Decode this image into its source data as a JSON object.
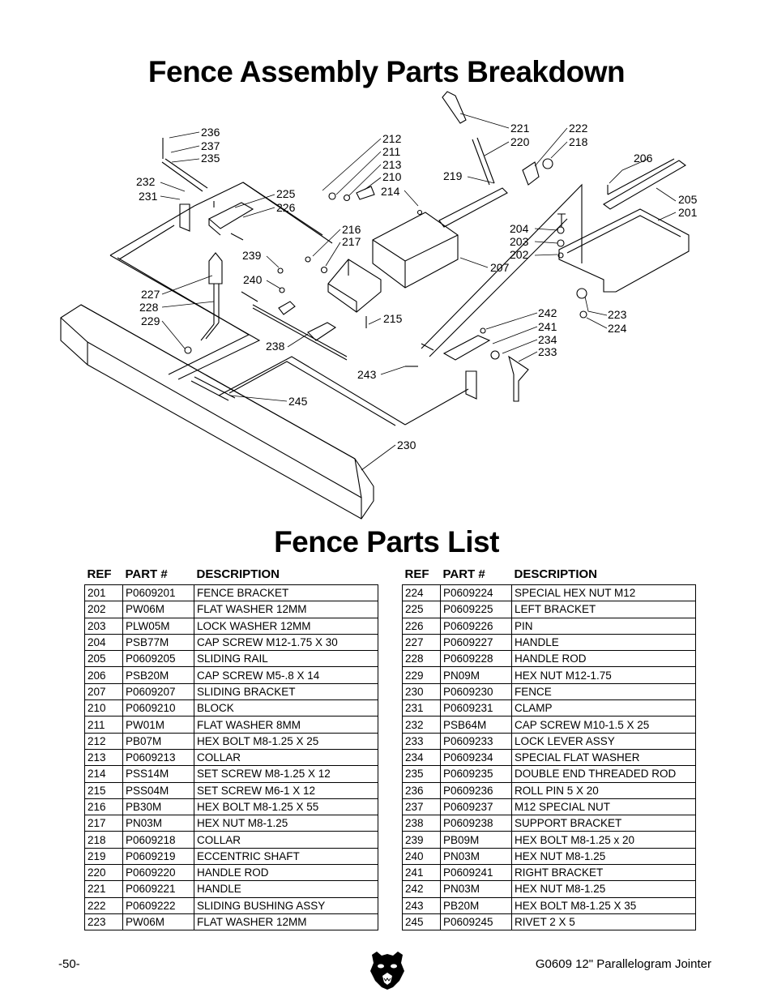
{
  "title": "Fence Assembly Parts Breakdown",
  "list_title": "Fence Parts List",
  "headers": {
    "ref": "REF",
    "part": "PART #",
    "desc": "DESCRIPTION"
  },
  "callouts": {
    "c236": "236",
    "c237": "237",
    "c235": "235",
    "c232": "232",
    "c231": "231",
    "c225": "225",
    "c226": "226",
    "c212": "212",
    "c211": "211",
    "c213": "213",
    "c210": "210",
    "c214": "214",
    "c219": "219",
    "c221": "221",
    "c220": "220",
    "c222": "222",
    "c218": "218",
    "c206": "206",
    "c205": "205",
    "c201": "201",
    "c204": "204",
    "c203": "203",
    "c202": "202",
    "c216": "216",
    "c217": "217",
    "c207": "207",
    "c239": "239",
    "c240": "240",
    "c227": "227",
    "c228": "228",
    "c229": "229",
    "c215": "215",
    "c238": "238",
    "c242": "242",
    "c241": "241",
    "c234": "234",
    "c233": "233",
    "c223": "223",
    "c224": "224",
    "c243": "243",
    "c245": "245",
    "c230": "230"
  },
  "left_table": [
    [
      "201",
      "P0609201",
      "FENCE BRACKET"
    ],
    [
      "202",
      "PW06M",
      "FLAT WASHER 12MM"
    ],
    [
      "203",
      "PLW05M",
      "LOCK WASHER 12MM"
    ],
    [
      "204",
      "PSB77M",
      "CAP SCREW M12-1.75 X 30"
    ],
    [
      "205",
      "P0609205",
      "SLIDING RAIL"
    ],
    [
      "206",
      "PSB20M",
      "CAP SCREW M5-.8 X 14"
    ],
    [
      "207",
      "P0609207",
      "SLIDING BRACKET"
    ],
    [
      "210",
      "P0609210",
      "BLOCK"
    ],
    [
      "211",
      "PW01M",
      "FLAT WASHER 8MM"
    ],
    [
      "212",
      "PB07M",
      "HEX BOLT M8-1.25 X 25"
    ],
    [
      "213",
      "P0609213",
      "COLLAR"
    ],
    [
      "214",
      "PSS14M",
      "SET SCREW M8-1.25 X 12"
    ],
    [
      "215",
      "PSS04M",
      "SET SCREW M6-1 X 12"
    ],
    [
      "216",
      "PB30M",
      "HEX BOLT M8-1.25 X 55"
    ],
    [
      "217",
      "PN03M",
      "HEX NUT M8-1.25"
    ],
    [
      "218",
      "P0609218",
      "COLLAR"
    ],
    [
      "219",
      "P0609219",
      "ECCENTRIC SHAFT"
    ],
    [
      "220",
      "P0609220",
      "HANDLE ROD"
    ],
    [
      "221",
      "P0609221",
      "HANDLE"
    ],
    [
      "222",
      "P0609222",
      "SLIDING BUSHING ASSY"
    ],
    [
      "223",
      "PW06M",
      "FLAT WASHER 12MM"
    ]
  ],
  "right_table": [
    [
      "224",
      "P0609224",
      "SPECIAL HEX NUT M12"
    ],
    [
      "225",
      "P0609225",
      "LEFT BRACKET"
    ],
    [
      "226",
      "P0609226",
      "PIN"
    ],
    [
      "227",
      "P0609227",
      "HANDLE"
    ],
    [
      "228",
      "P0609228",
      "HANDLE ROD"
    ],
    [
      "229",
      "PN09M",
      "HEX NUT M12-1.75"
    ],
    [
      "230",
      "P0609230",
      "FENCE"
    ],
    [
      "231",
      "P0609231",
      "CLAMP"
    ],
    [
      "232",
      "PSB64M",
      "CAP SCREW M10-1.5 X 25"
    ],
    [
      "233",
      "P0609233",
      "LOCK LEVER ASSY"
    ],
    [
      "234",
      "P0609234",
      "SPECIAL FLAT WASHER"
    ],
    [
      "235",
      "P0609235",
      "DOUBLE END THREADED ROD"
    ],
    [
      "236",
      "P0609236",
      "ROLL PIN 5 X 20"
    ],
    [
      "237",
      "P0609237",
      "M12 SPECIAL NUT"
    ],
    [
      "238",
      "P0609238",
      "SUPPORT BRACKET"
    ],
    [
      "239",
      "PB09M",
      "HEX BOLT M8-1.25 x 20"
    ],
    [
      "240",
      "PN03M",
      "HEX NUT M8-1.25"
    ],
    [
      "241",
      "P0609241",
      "RIGHT BRACKET"
    ],
    [
      "242",
      "PN03M",
      "HEX NUT M8-1.25"
    ],
    [
      "243",
      "PB20M",
      "HEX BOLT M8-1.25 X 35"
    ],
    [
      "245",
      "P0609245",
      "RIVET 2 X 5"
    ]
  ],
  "page_number": "-50-",
  "footer": "G0609 12\" Parallelogram Jointer",
  "logo_icon": "grizzly-bear-logo-icon"
}
